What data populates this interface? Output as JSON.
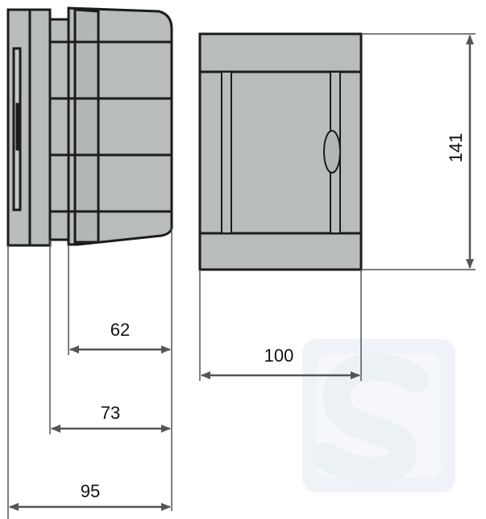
{
  "colors": {
    "body_fill": "#b9bcbc",
    "outline": "#1c1c1c",
    "dimension_line": "#555555",
    "text": "#111111",
    "watermark": "#dde6ee",
    "background": "#ffffff"
  },
  "dimensions": {
    "depth_62": "62",
    "depth_73": "73",
    "depth_95": "95",
    "width_100": "100",
    "height_141": "141"
  },
  "watermark": {
    "letter": "S"
  }
}
